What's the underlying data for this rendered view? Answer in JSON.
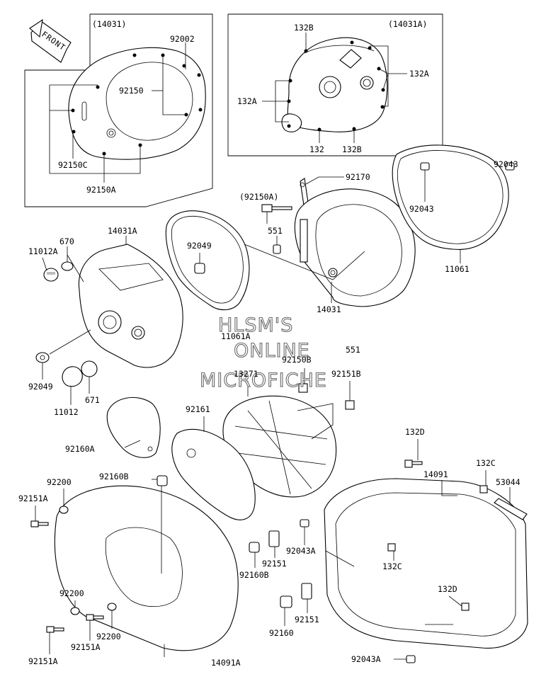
{
  "front_arrow_label": "FRONT",
  "watermark": [
    "HLSM'S",
    "ONLINE",
    "MICROFICHE"
  ],
  "frames": {
    "left_title": "(14031)",
    "right_title": "(14031A)"
  },
  "callouts": {
    "c92002": "92002",
    "c92150": "92150",
    "c92150C": "92150C",
    "c92150A_top": "92150A",
    "c132B_top": "132B",
    "c132A_left": "132A",
    "c132A_right": "132A",
    "c132": "132",
    "c132B_bottom": "132B",
    "c92170": "92170",
    "c92150A_paren": "(92150A)",
    "c551_top": "551",
    "c92043_top": "92043",
    "c92043_mid": "92043",
    "c11061": "11061",
    "c14031A": "14031A",
    "c670": "670",
    "c11012A": "11012A",
    "c92049_mid": "92049",
    "c14031": "14031",
    "c11061A": "11061A",
    "c551_bottom": "551",
    "c92049_left": "92049",
    "c92150B": "92150B",
    "c13271": "13271",
    "c92151B": "92151B",
    "c671": "671",
    "c11012": "11012",
    "c92161": "92161",
    "c92160A": "92160A",
    "c132D_top": "132D",
    "c132C_top": "132C",
    "c53044": "53044",
    "c14091": "14091",
    "c92200_top": "92200",
    "c92160B_top": "92160B",
    "c92151A_top": "92151A",
    "c92043A_mid": "92043A",
    "c92160B_bottom": "92160B",
    "c92151_mid": "92151",
    "c132C_mid": "132C",
    "c132D_bottom": "132D",
    "c92200_bottom_left": "92200",
    "c92200_bottom_right": "92200",
    "c92151A_bottom_mid": "92151A",
    "c92151A_bottom_left": "92151A",
    "c92160": "92160",
    "c92151_bottom": "92151",
    "c14091A": "14091A",
    "c92043A_bottom": "92043A"
  }
}
